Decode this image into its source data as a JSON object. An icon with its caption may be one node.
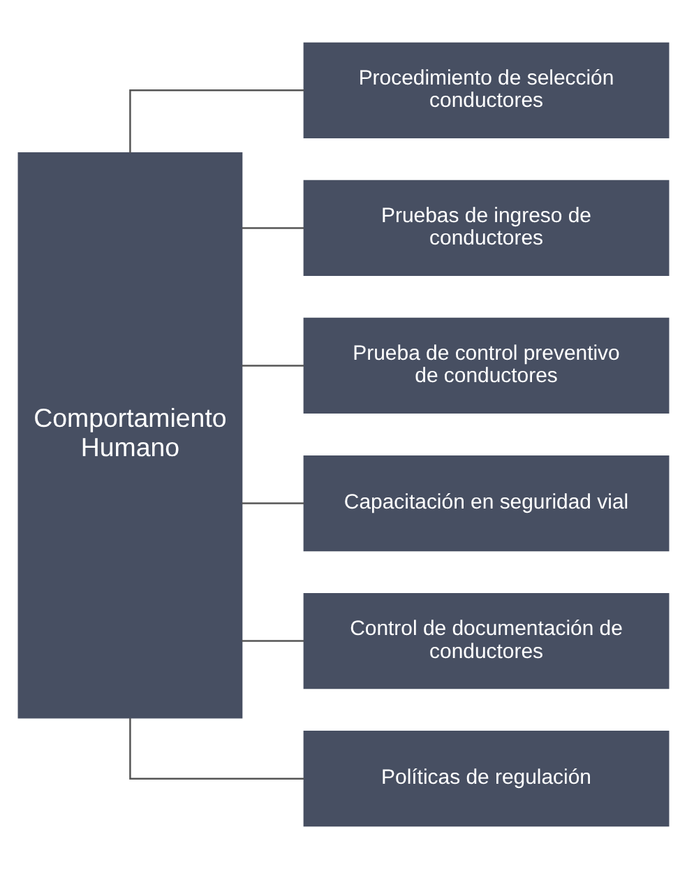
{
  "diagram": {
    "nodes": [
      {
        "text": [
          "Comportamiento Humano"
        ]
      },
      {
        "text": [
          "Procedimiento de selección conductores"
        ]
      },
      {
        "text": [
          "Pruebas de ingreso de conductores"
        ]
      },
      {
        "text": [
          "Prueba de control preventivo de conductores"
        ]
      },
      {
        "text": [
          "Capacitación en seguridad vial"
        ]
      },
      {
        "text": [
          "Control de documentación de conductores"
        ]
      },
      {
        "text": [
          "Políticas de regulación"
        ]
      }
    ],
    "edges": [
      {
        "from": 0,
        "to": 1,
        "arrow": "none"
      },
      {
        "from": 0,
        "to": 2,
        "arrow": "none"
      },
      {
        "from": 0,
        "to": 3,
        "arrow": "none"
      },
      {
        "from": 0,
        "to": 4,
        "arrow": "none"
      },
      {
        "from": 0,
        "to": 5,
        "arrow": "none"
      },
      {
        "from": 0,
        "to": 6,
        "arrow": "none"
      }
    ]
  }
}
